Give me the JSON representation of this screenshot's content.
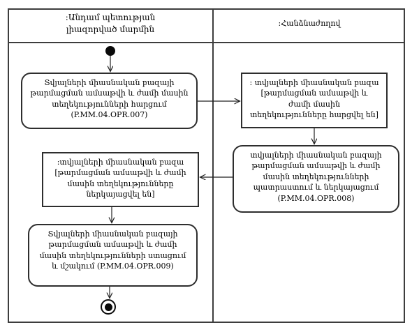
{
  "diagram": {
    "type": "uml-activity-diagram",
    "lanes": [
      {
        "title": ":Անդամ պետության լիազորված մարմին"
      },
      {
        "title": ":Հանձնաժողով"
      }
    ],
    "nodes": {
      "left_activity_1": "Տվյալների միասնական բազայի թարմացման ամսաթվի և ժամի մասին տեղեկությունների հարցում (P.MM.04.OPR.007)",
      "right_object_1": ": տվյալների միասնական բազա [թարմացման ամսաթվի և ժամի մասին տեղեկությունները հարցվել են]",
      "right_activity_1": "տվյալների միասնական բազայի թարմացման ամսաթվի և ժամի մասին տեղեկությունների պատրաստում և ներկայացում (P.MM.04.OPR.008)",
      "left_object_1": ":տվյալների միասնական բազա [թարմացման ամսաթվի և ժամի մասին տեղեկությունները ներկայացվել են]",
      "left_activity_2": "Տվյալների միասնական բազայի թարմացման ամսաթվի և ժամի մասին տեղեկությունների ստացում և մշակում (P.MM.04.OPR.009)"
    },
    "flow": [
      "start -> left_activity_1",
      "left_activity_1 -> right_object_1",
      "right_object_1 -> right_activity_1",
      "right_activity_1 -> left_object_1",
      "left_object_1 -> left_activity_2",
      "left_activity_2 -> end"
    ],
    "colors": {
      "line": "#3d3d3d",
      "node_border": "#2e2e2e",
      "background": "#ffffff",
      "text": "#000000"
    }
  }
}
